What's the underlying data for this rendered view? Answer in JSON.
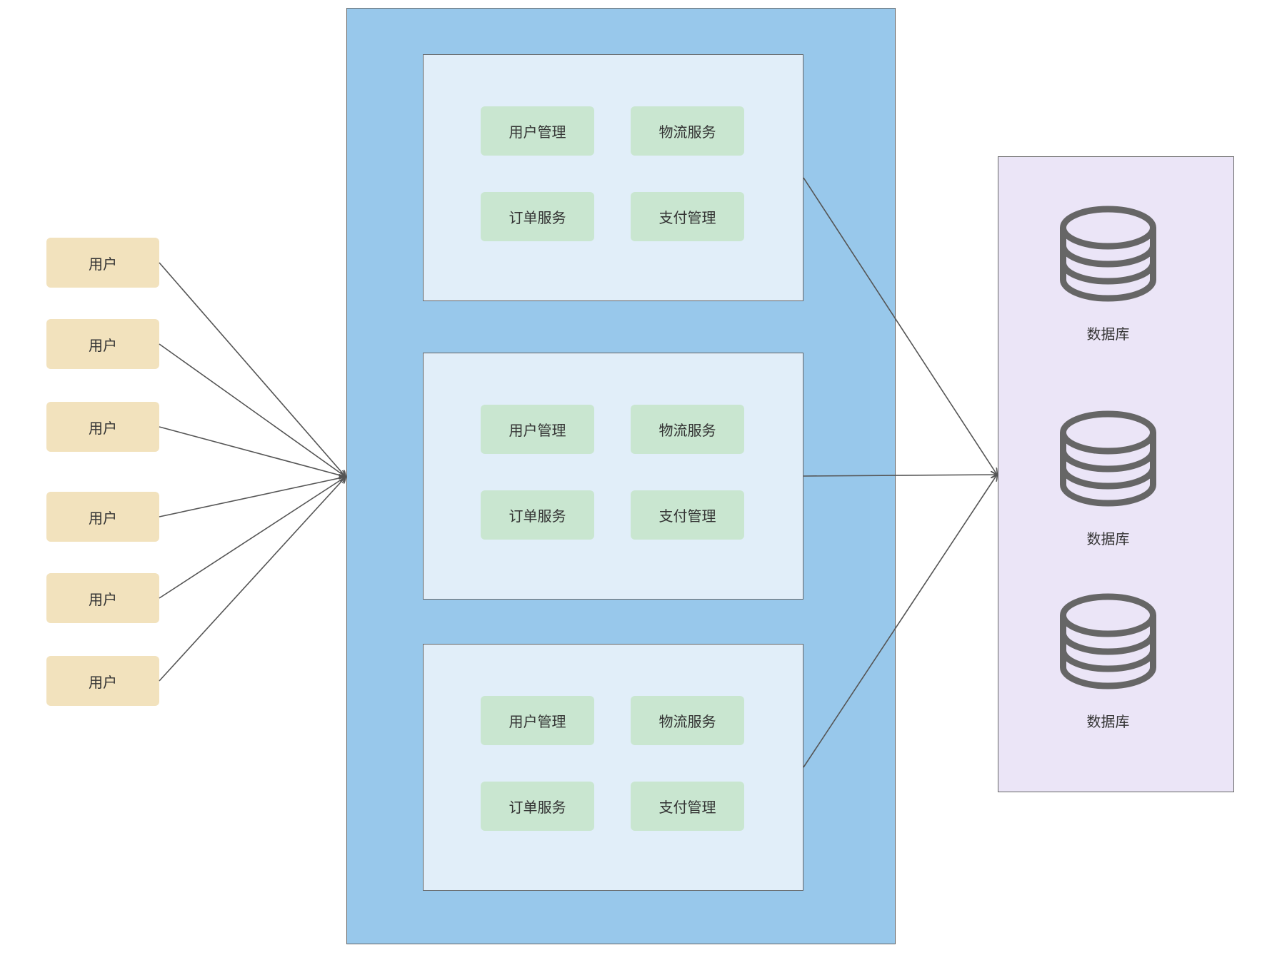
{
  "users": [
    {
      "label": "用户"
    },
    {
      "label": "用户"
    },
    {
      "label": "用户"
    },
    {
      "label": "用户"
    },
    {
      "label": "用户"
    },
    {
      "label": "用户"
    }
  ],
  "instances": [
    {
      "modules": [
        "用户管理",
        "物流服务",
        "订单服务",
        "支付管理"
      ]
    },
    {
      "modules": [
        "用户管理",
        "物流服务",
        "订单服务",
        "支付管理"
      ]
    },
    {
      "modules": [
        "用户管理",
        "物流服务",
        "订单服务",
        "支付管理"
      ]
    }
  ],
  "databases": [
    {
      "label": "数据库",
      "icon": "database-icon"
    },
    {
      "label": "数据库",
      "icon": "database-icon"
    },
    {
      "label": "数据库",
      "icon": "database-icon"
    }
  ],
  "colors": {
    "user_fill": "#f2e2bd",
    "server_fill": "#98c8eb",
    "instance_fill": "#e1eef9",
    "module_fill": "#c9e6d0",
    "db_panel_fill": "#ebe5f7",
    "db_icon": "#666666",
    "connector": "#555555"
  }
}
